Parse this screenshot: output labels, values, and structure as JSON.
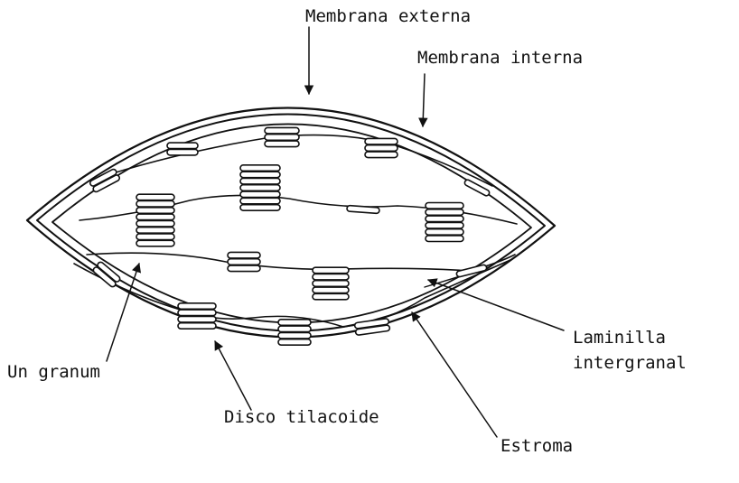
{
  "labels": {
    "membrana_externa": "Membrana externa",
    "membrana_interna": "Membrana interna",
    "laminilla_line1": "Laminilla",
    "laminilla_line2": "intergranal",
    "un_granum": "Un granum",
    "disco_tilacoide": "Disco tilacoide",
    "estroma": "Estroma"
  },
  "colors": {
    "ink": "#111111",
    "background": "#ffffff"
  }
}
